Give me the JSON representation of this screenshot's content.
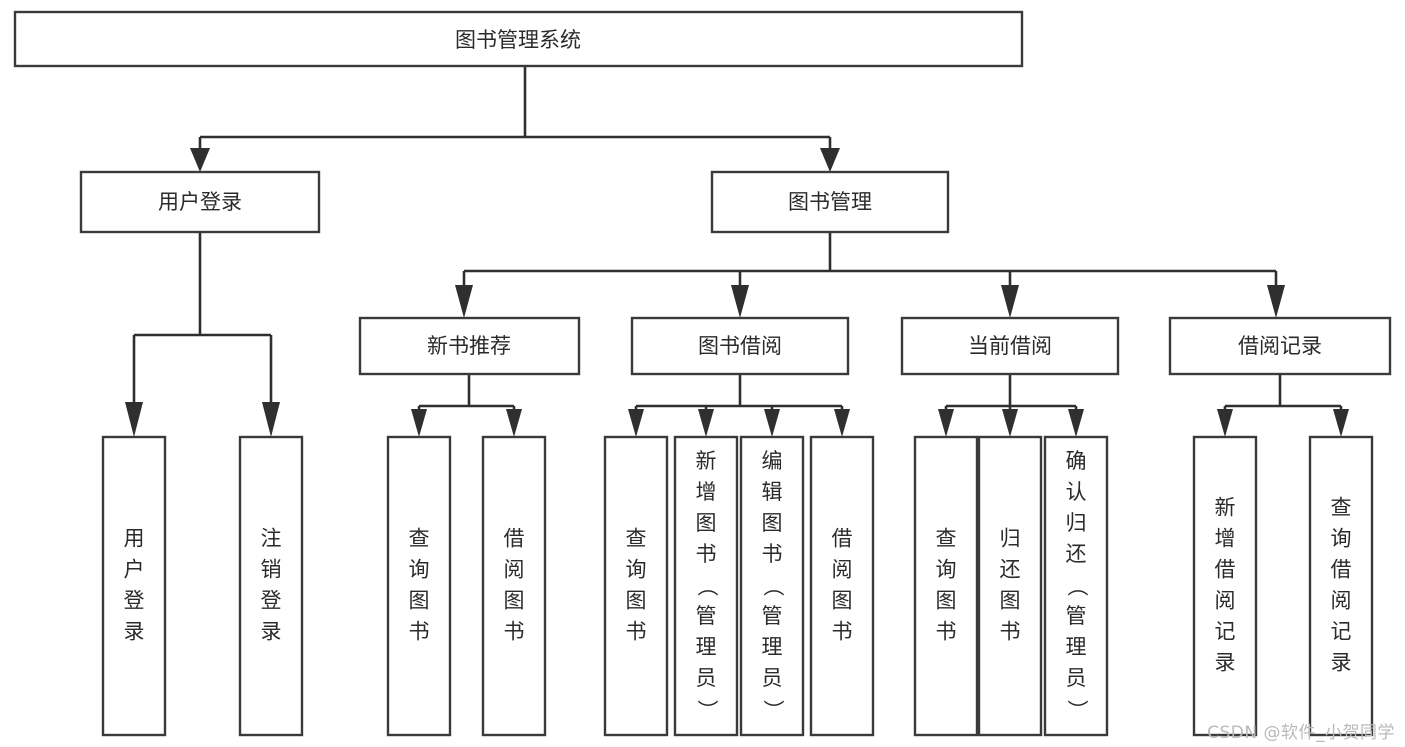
{
  "diagram": {
    "title": "图书管理系统",
    "type": "tree",
    "orientation": "top-down",
    "colors": {
      "background": "#ffffff",
      "box_fill": "#ffffff",
      "box_stroke": "#3a3a3a",
      "connector": "#2f2f2f",
      "text": "#2b2b2b",
      "watermark": "#b9b9b9"
    },
    "watermark": "CSDN @软件_小贺同学",
    "levels": {
      "root": {
        "label": "图书管理系统",
        "orientation": "horizontal"
      },
      "level1": [
        {
          "label": "用户登录",
          "orientation": "horizontal"
        },
        {
          "label": "图书管理",
          "orientation": "horizontal"
        }
      ],
      "level2": [
        {
          "label": "新书推荐",
          "orientation": "horizontal",
          "parent": "图书管理"
        },
        {
          "label": "图书借阅",
          "orientation": "horizontal",
          "parent": "图书管理"
        },
        {
          "label": "当前借阅",
          "orientation": "horizontal",
          "parent": "图书管理"
        },
        {
          "label": "借阅记录",
          "orientation": "horizontal",
          "parent": "图书管理"
        }
      ],
      "leaves": [
        {
          "label": "用户登录",
          "orientation": "vertical",
          "parent": "用户登录"
        },
        {
          "label": "注销登录",
          "orientation": "vertical",
          "parent": "用户登录"
        },
        {
          "label": "查询图书",
          "orientation": "vertical",
          "parent": "新书推荐"
        },
        {
          "label": "借阅图书",
          "orientation": "vertical",
          "parent": "新书推荐"
        },
        {
          "label": "查询图书",
          "orientation": "vertical",
          "parent": "图书借阅"
        },
        {
          "label": "新增图书（管理员）",
          "orientation": "vertical",
          "parent": "图书借阅"
        },
        {
          "label": "编辑图书（管理员）",
          "orientation": "vertical",
          "parent": "图书借阅"
        },
        {
          "label": "借阅图书",
          "orientation": "vertical",
          "parent": "图书借阅"
        },
        {
          "label": "查询图书",
          "orientation": "vertical",
          "parent": "当前借阅"
        },
        {
          "label": "归还图书",
          "orientation": "vertical",
          "parent": "当前借阅"
        },
        {
          "label": "确认归还（管理员）",
          "orientation": "vertical",
          "parent": "当前借阅"
        },
        {
          "label": "新增借阅记录",
          "orientation": "vertical",
          "parent": "借阅记录"
        },
        {
          "label": "查询借阅记录",
          "orientation": "vertical",
          "parent": "借阅记录"
        }
      ]
    },
    "nodes": {
      "root": "图书管理系统",
      "n_user_login": "用户登录",
      "n_book_mgmt": "图书管理",
      "n_new_book_rec": "新书推荐",
      "n_book_borrow": "图书借阅",
      "n_current_borrow": "当前借阅",
      "n_borrow_record": "借阅记录",
      "leaf_user_login": "用户登录",
      "leaf_logout": "注销登录",
      "leaf_query_book_1": "查询图书",
      "leaf_borrow_book_1": "借阅图书",
      "leaf_query_book_2": "查询图书",
      "leaf_add_book": "新增图书（管理员）",
      "leaf_edit_book": "编辑图书（管理员）",
      "leaf_borrow_book_2": "借阅图书",
      "leaf_query_book_3": "查询图书",
      "leaf_return_book": "归还图书",
      "leaf_confirm_return": "确认归还（管理员）",
      "leaf_add_record": "新增借阅记录",
      "leaf_query_record": "查询借阅记录"
    }
  }
}
